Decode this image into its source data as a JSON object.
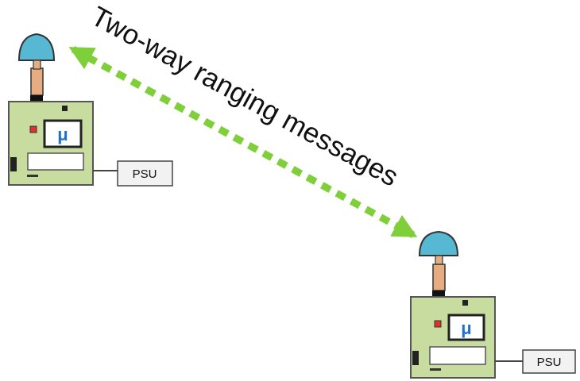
{
  "diagram": {
    "link_label": "Two-way ranging messages",
    "colors": {
      "board_fill": "#c8dca0",
      "board_stroke": "#555555",
      "antenna_fill": "#57b8d4",
      "antenna_stem": "#e7ad80",
      "arrow": "#7fcf3a",
      "chip_text": "#1e6fd1"
    },
    "nodes": [
      {
        "chip_label": "μ",
        "psu_label": "PSU"
      },
      {
        "chip_label": "μ",
        "psu_label": "PSU"
      }
    ]
  }
}
